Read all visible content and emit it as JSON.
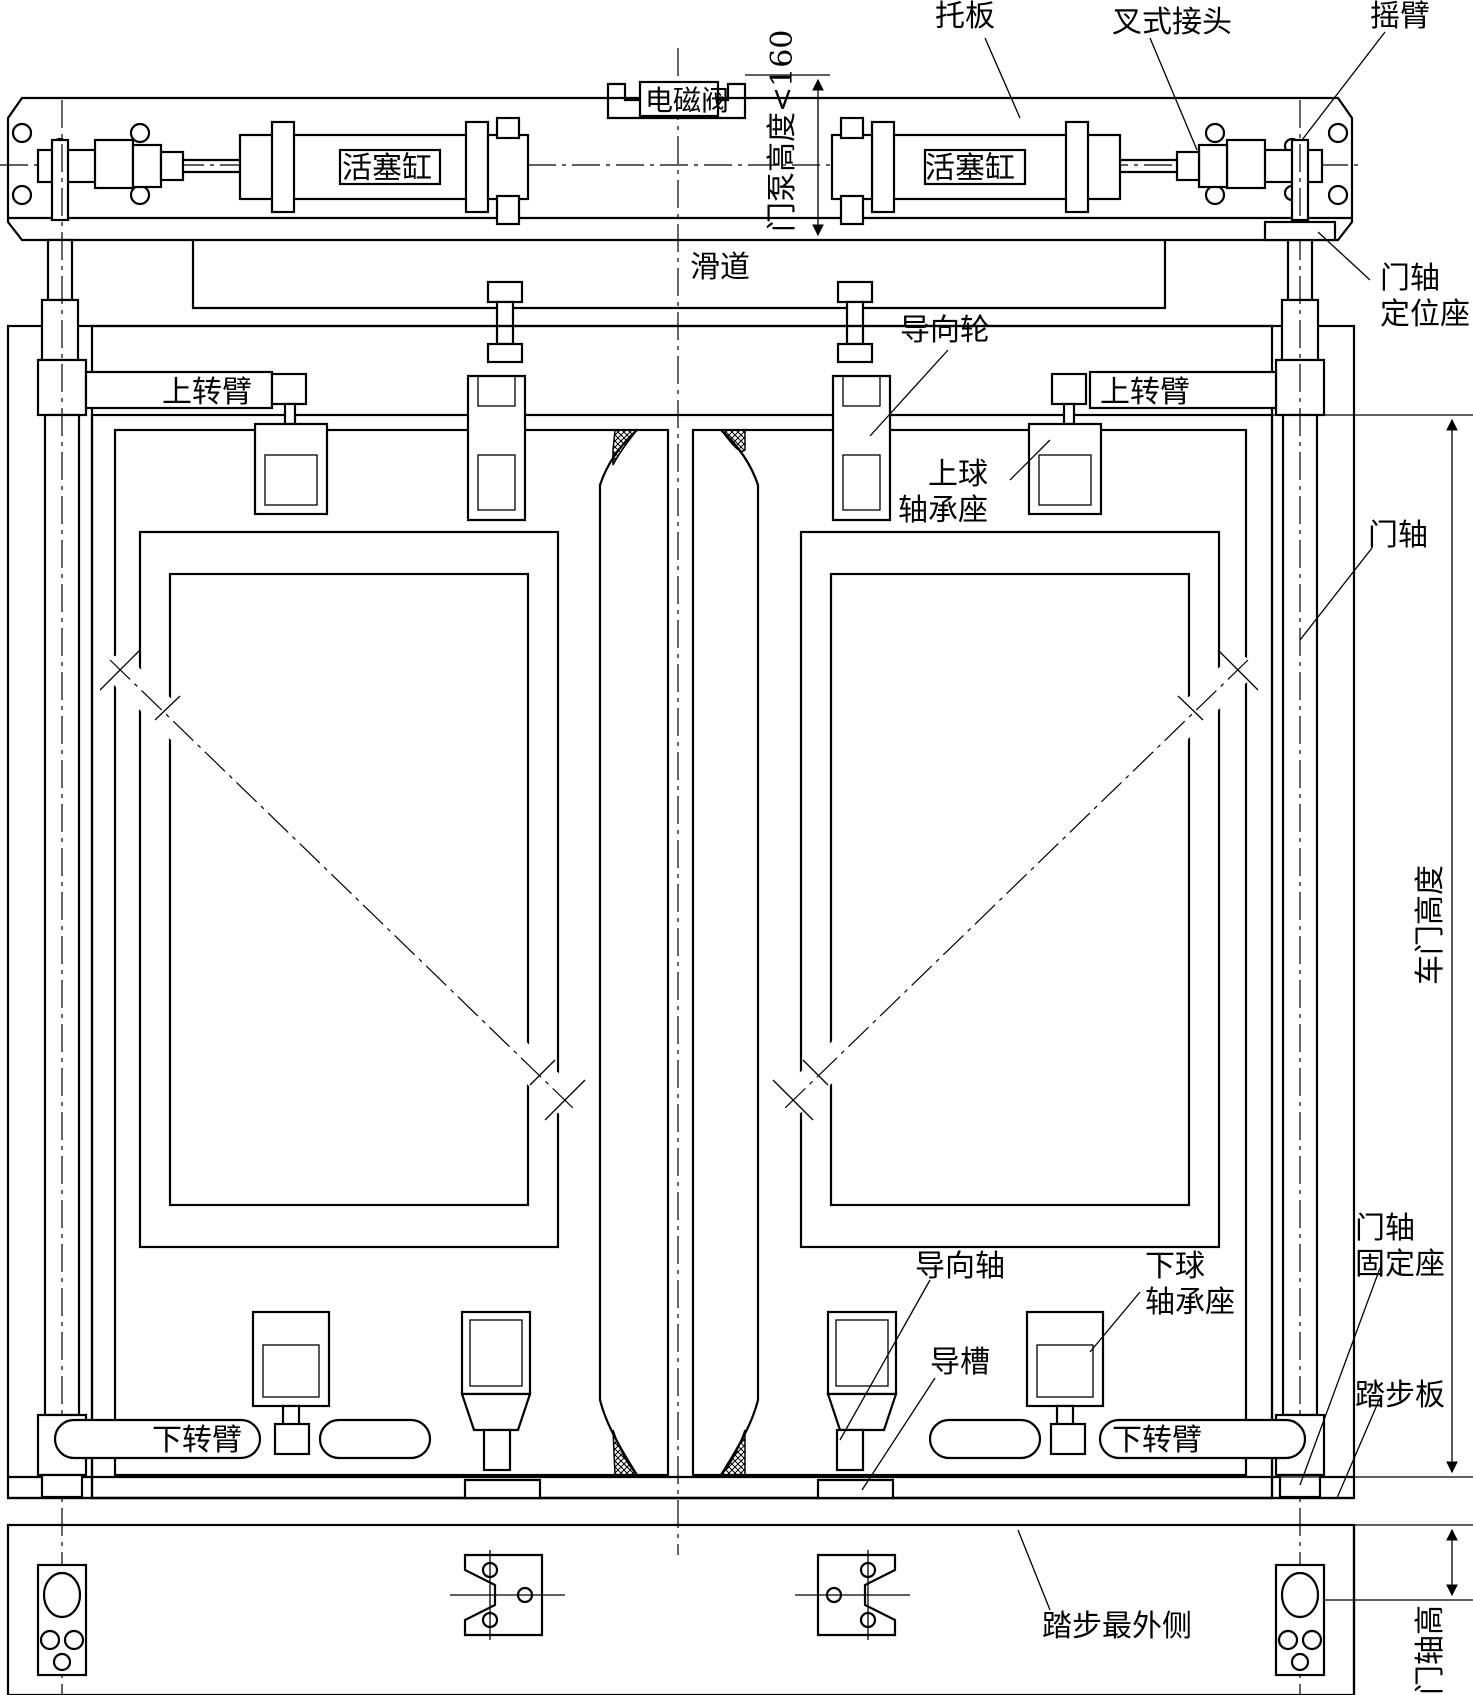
{
  "labels": {
    "tuoban": "托板",
    "chashi_jietou": "叉式接头",
    "yaobi": "摇臂",
    "diancifa": "电磁阀",
    "huosaigang_left": "活塞缸",
    "huosaigang_right": "活塞缸",
    "menbeng_gaodu": "门泵高度<160",
    "huadao": "滑道",
    "menzhou_dingweizuo_1": "门轴",
    "menzhou_dingweizuo_2": "定位座",
    "daoxianglun": "导向轮",
    "shangzhuanbi_left": "上转臂",
    "shangzhuanbi_right": "上转臂",
    "shangqiu_1": "上球",
    "shangqiu_2": "轴承座",
    "menzhou": "门轴",
    "chemen_gaodu": "车门高度",
    "menzhou_gudingzuo_1": "门轴",
    "menzhou_gudingzuo_2": "固定座",
    "daoxiangzhou": "导向轴",
    "xiaqiu_1": "下球",
    "xiaqiu_2": "轴承座",
    "daocao": "导槽",
    "tabuban": "踏步板",
    "xiazhuanbi_left": "下转臂",
    "xiazhuanbi_right": "下转臂",
    "tabu_zuiwaice": "踏步最外侧",
    "menzhou_gao": "门轴高"
  }
}
